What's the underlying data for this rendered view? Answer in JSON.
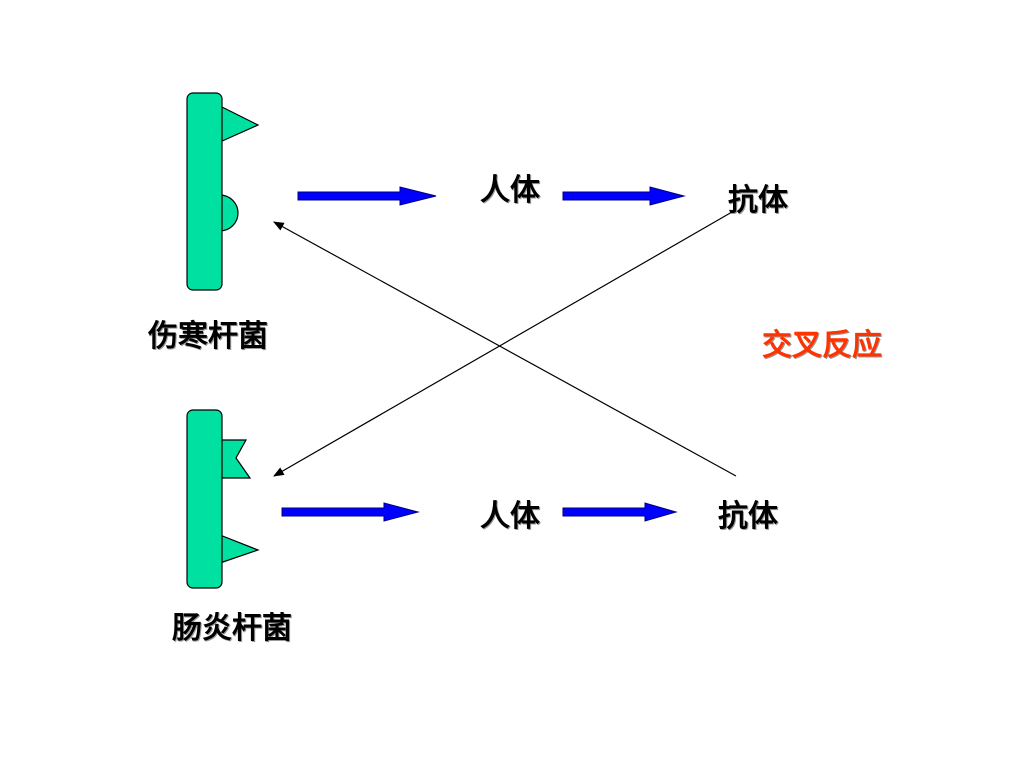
{
  "colors": {
    "bacterium_fill": "#00e0a0",
    "bacterium_stroke": "#000000",
    "arrow_blue": "#0000ff",
    "arrow_stroke": "#000080",
    "cross_line": "#000000",
    "text": "#000000",
    "reaction_text": "#ff3300"
  },
  "labels": {
    "typhoid_bacillus": "伤寒杆菌",
    "enteritis_bacillus": "肠炎杆菌",
    "human_body_top": "人体",
    "human_body_bottom": "人体",
    "antibody_top": "抗体",
    "antibody_bottom": "抗体",
    "cross_reaction": "交叉反应"
  }
}
